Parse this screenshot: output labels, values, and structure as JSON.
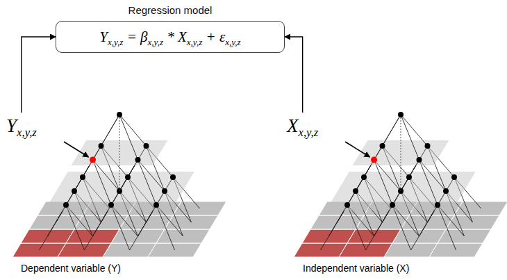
{
  "diagram": {
    "nodes": [
      {
        "text": [
          "Regression model",
          "Yx,y,z = βx,y,z * Xx,y,z + εx,y,z"
        ]
      },
      {
        "text": [
          "Yx,y,z"
        ]
      },
      {
        "text": [
          "Xx,y,z"
        ]
      }
    ],
    "edges": [
      {
        "from": 1,
        "to": 0,
        "arrow": "to"
      },
      {
        "from": 2,
        "to": 0,
        "arrow": "to"
      }
    ],
    "labels": [
      "Dependent variable (Y)",
      "Independent variable (X)"
    ]
  }
}
